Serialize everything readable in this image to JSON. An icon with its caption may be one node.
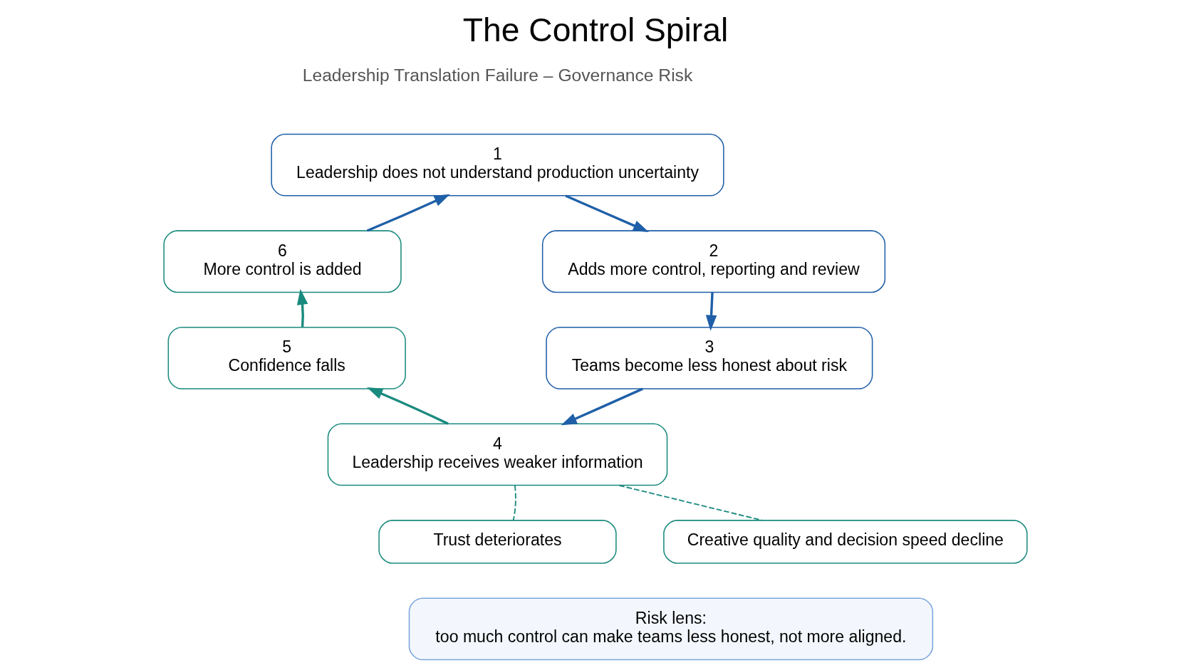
{
  "diagram": {
    "title": "The Control Spiral",
    "nodes": [
      {
        "text": [
          "1",
          "Leadership does not understand production uncertainty"
        ]
      },
      {
        "text": [
          "2",
          "Adds more control, reporting and review"
        ]
      },
      {
        "text": [
          "3",
          "Teams become less honest about risk"
        ]
      },
      {
        "text": [
          "4",
          "Leadership receives weaker information"
        ]
      },
      {
        "text": [
          "5",
          "Confidence falls"
        ]
      },
      {
        "text": [
          "6",
          "More control is added"
        ]
      },
      {
        "text": [
          "Trust deteriorates"
        ]
      },
      {
        "text": [
          "Creative quality and decision speed decline"
        ]
      },
      {
        "text": [
          "Risk lens:",
          "too much control can make teams less honest, not more aligned."
        ]
      }
    ],
    "edges": [
      {
        "from": 0,
        "to": 1,
        "arrow": "to",
        "color": "#1f5fa8"
      },
      {
        "from": 1,
        "to": 2,
        "arrow": "to",
        "color": "#1f5fa8"
      },
      {
        "from": 2,
        "to": 3,
        "arrow": "to",
        "color": "#1f5fa8"
      },
      {
        "from": 3,
        "to": 4,
        "arrow": "to",
        "color": "#1a8a7e"
      },
      {
        "from": 4,
        "to": 5,
        "arrow": "to",
        "color": "#1a8a7e"
      },
      {
        "from": 5,
        "to": 0,
        "arrow": "to",
        "color": "#1f5fa8"
      },
      {
        "from": 3,
        "to": 6,
        "arrow": "none",
        "style": "dashed",
        "color": "#1a8a7e"
      },
      {
        "from": 3,
        "to": 7,
        "arrow": "none",
        "style": "dashed",
        "color": "#1a8a7e"
      }
    ],
    "labels": [
      "Leadership Translation Failure – Governance Risk"
    ]
  }
}
